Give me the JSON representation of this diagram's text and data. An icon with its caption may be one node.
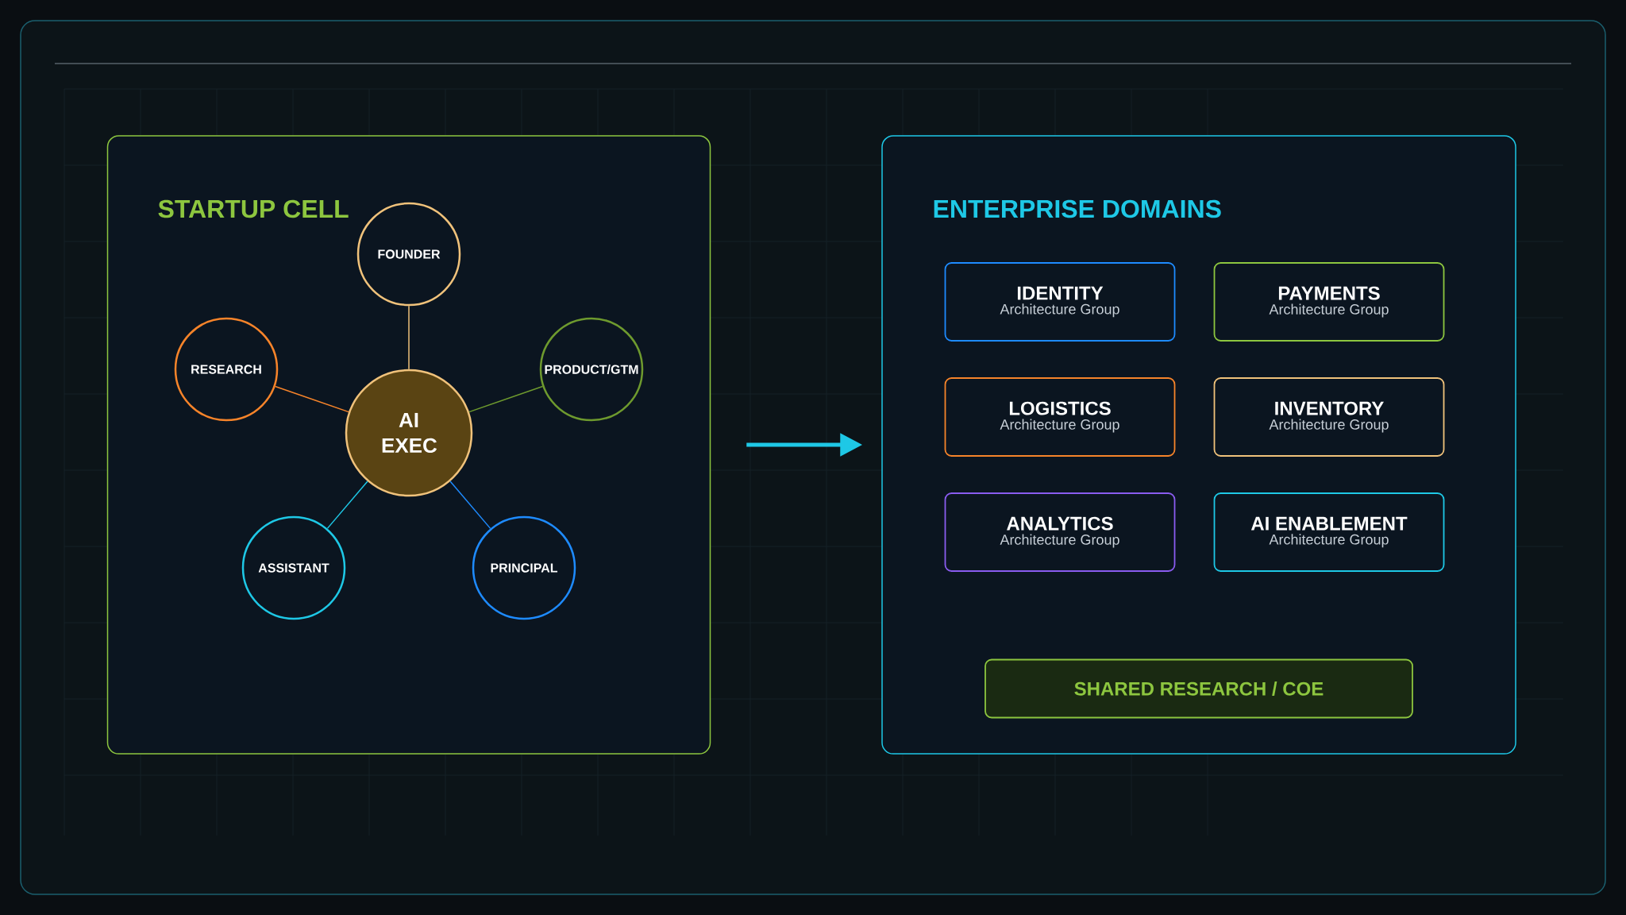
{
  "diagram": {
    "nodes": [
      {
        "text": [
          "STARTUP CELL"
        ]
      },
      {
        "text": [
          "FOUNDER"
        ],
        "in": 0
      },
      {
        "text": [
          "RESEARCH"
        ],
        "in": 0
      },
      {
        "text": [
          "PRODUCT/GTM"
        ],
        "in": 0
      },
      {
        "text": [
          "AI EXEC"
        ],
        "in": 0
      },
      {
        "text": [
          "ASSISTANT"
        ],
        "in": 0
      },
      {
        "text": [
          "PRINCIPAL"
        ],
        "in": 0
      },
      {
        "text": [
          "ENTERPRISE DOMAINS"
        ]
      },
      {
        "text": [
          "IDENTITY",
          "Architecture Group"
        ],
        "in": 7
      },
      {
        "text": [
          "PAYMENTS",
          "Architecture Group"
        ],
        "in": 7
      },
      {
        "text": [
          "LOGISTICS",
          "Architecture Group"
        ],
        "in": 7
      },
      {
        "text": [
          "INVENTORY",
          "Architecture Group"
        ],
        "in": 7
      },
      {
        "text": [
          "ANALYTICS",
          "Architecture Group"
        ],
        "in": 7
      },
      {
        "text": [
          "AI ENABLEMENT",
          "Architecture Group"
        ],
        "in": 7
      },
      {
        "text": [
          "SHARED RESEARCH / COE"
        ],
        "in": 7
      }
    ],
    "edges": [
      {
        "from": 4,
        "to": 1,
        "arrow": "none",
        "color": "#f0c27b"
      },
      {
        "from": 4,
        "to": 2,
        "arrow": "none",
        "color": "#f7842a"
      },
      {
        "from": 4,
        "to": 3,
        "arrow": "none",
        "color": "#6e9a2e"
      },
      {
        "from": 4,
        "to": 5,
        "arrow": "none",
        "color": "#1ec8e6"
      },
      {
        "from": 4,
        "to": 6,
        "arrow": "none",
        "color": "#1e8bff"
      },
      {
        "from": 0,
        "to": 7,
        "arrow": "to",
        "style": "thick",
        "color": "#1ec8e6"
      }
    ]
  }
}
